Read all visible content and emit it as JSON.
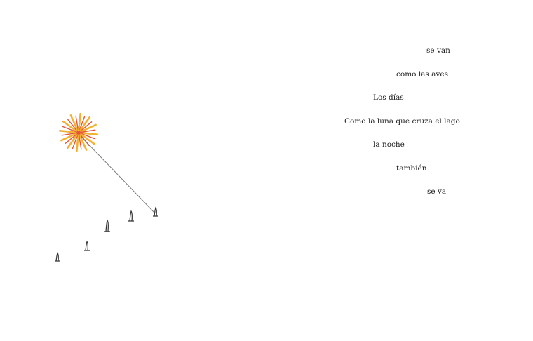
{
  "poem": {
    "lines": [
      "se van",
      "como las aves",
      "Los días",
      "Como la luna que cruza el lago",
      "la noche",
      "también",
      "se va"
    ]
  },
  "illustration": {
    "sun_colors": [
      "#f2b233",
      "#e2553a"
    ],
    "line_color": "#777777",
    "bird_color": "#333333",
    "bird_count": 5
  }
}
